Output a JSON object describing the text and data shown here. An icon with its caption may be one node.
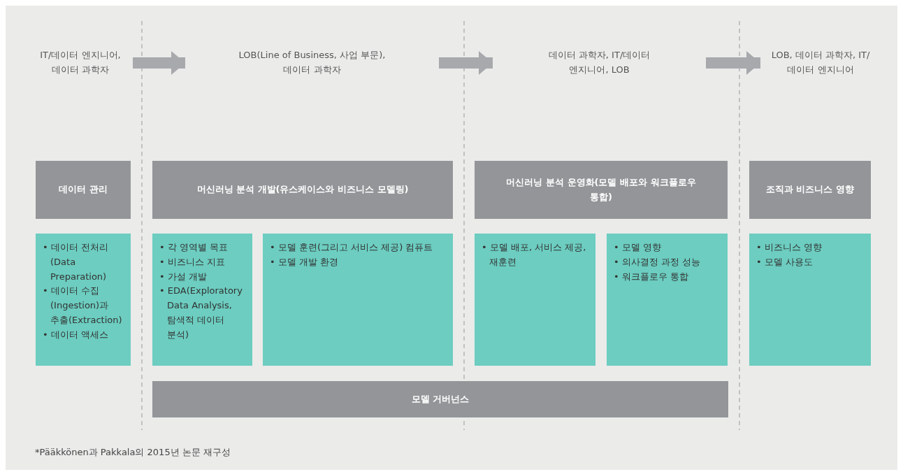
{
  "diagram": {
    "caption": "*Pääkkönen과 Pakkala의 2015년 논문 재구성",
    "nodes": [
      {
        "text": [
          "IT/데이터 엔지니어, 데이터 과학자"
        ]
      },
      {
        "text": [
          "LOB(Line of Business, 사업 부문), 데이터 과학자"
        ]
      },
      {
        "text": [
          "데이터 과학자, IT/데이터 엔지니어, LOB"
        ]
      },
      {
        "text": [
          "LOB, 데이터 과학자, IT/데이터 엔지니어"
        ]
      },
      {
        "text": [
          "데이터 관리"
        ]
      },
      {
        "text": [
          "머신러닝 분석 개발(유스케이스와 비즈니스 모델링)"
        ]
      },
      {
        "text": [
          "머신러닝 분석 운영화(모델 배포와 워크플로우 통합)"
        ]
      },
      {
        "text": [
          "조직과 비즈니스 영향"
        ]
      },
      {
        "text": [
          "• 데이터 전처리(Data Preparation)",
          "• 데이터 수집(Ingestion)과 추출(Extraction)",
          "• 데이터 액세스"
        ]
      },
      {
        "text": [
          "• 각 영역별 목표",
          "• 비즈니스 지표",
          "• 가설 개발",
          "• EDA(Exploratory Data Analysis, 탐색적 데이터 분석)"
        ]
      },
      {
        "text": [
          "• 모델 훈련(그리고 서비스 제공) 컴퓨트",
          "• 모델 개발 환경"
        ]
      },
      {
        "text": [
          "• 모델 배포, 서비스 제공, 재훈련"
        ]
      },
      {
        "text": [
          "• 모델 영향",
          "• 의사결정 과정 성능",
          "• 워크플로우 통합"
        ]
      },
      {
        "text": [
          "• 비즈니스 영향",
          "• 모델 사용도"
        ]
      },
      {
        "text": [
          "모델 거버넌스"
        ]
      }
    ],
    "edges": [
      {
        "from": 0,
        "to": 1,
        "arrow": "to"
      },
      {
        "from": 1,
        "to": 2,
        "arrow": "to"
      },
      {
        "from": 2,
        "to": 3,
        "arrow": "to"
      }
    ]
  }
}
